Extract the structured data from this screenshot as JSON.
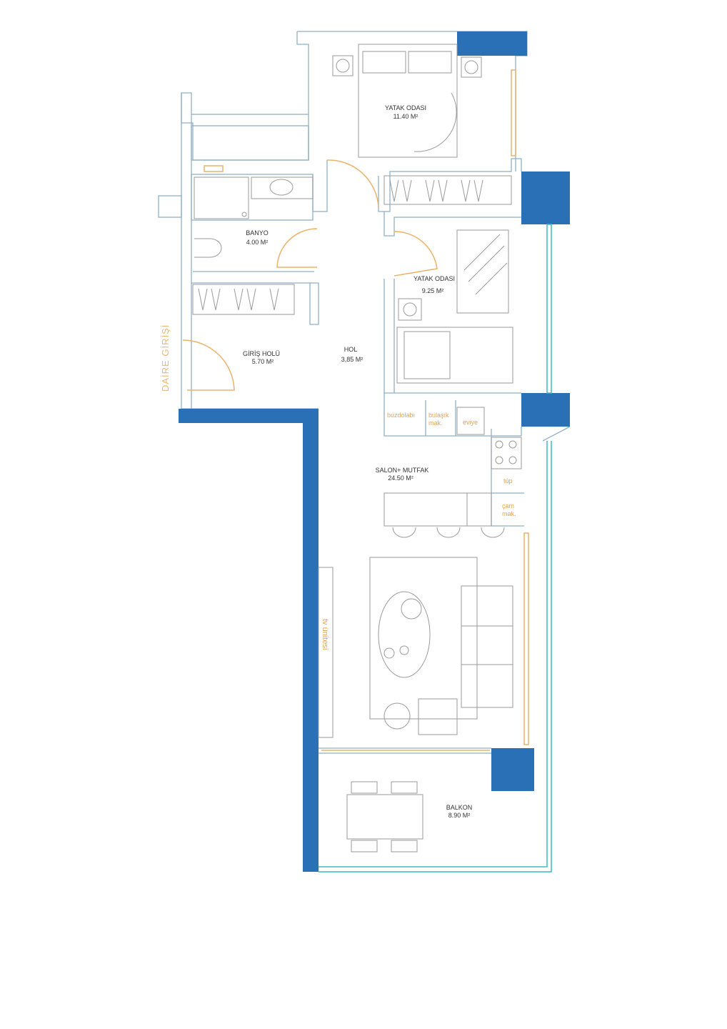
{
  "plan": {
    "entrance_label": "DAİRE GİRİŞİ",
    "rooms": [
      {
        "name": "YATAK ODASI",
        "area": "11.40 M²"
      },
      {
        "name": "BANYO",
        "area": "4.00 M²"
      },
      {
        "name": "YATAK ODASI",
        "area": "9.25 M²"
      },
      {
        "name": "GİRİŞ HOLÜ",
        "area": "5.70 M²"
      },
      {
        "name": "HOL",
        "area": "3,85 M²"
      },
      {
        "name": "SALON+ MUTFAK",
        "area": "24.50 M²"
      },
      {
        "name": "BALKON",
        "area": "8.90 M²"
      }
    ],
    "appliances": {
      "fridge": "buzdolabı",
      "dishwasher_1": "bulaşık",
      "dishwasher_2": "mak.",
      "sink": "eviye",
      "gas": "tüp",
      "washer_1": "çam",
      "washer_2": "mak.",
      "tv": "tv ünitesi"
    },
    "colors": {
      "structural_wall": "#2a70b6",
      "doors": "#e9b36a",
      "glazing": "#3cbcc0",
      "walls": "#8fb0c6"
    }
  }
}
